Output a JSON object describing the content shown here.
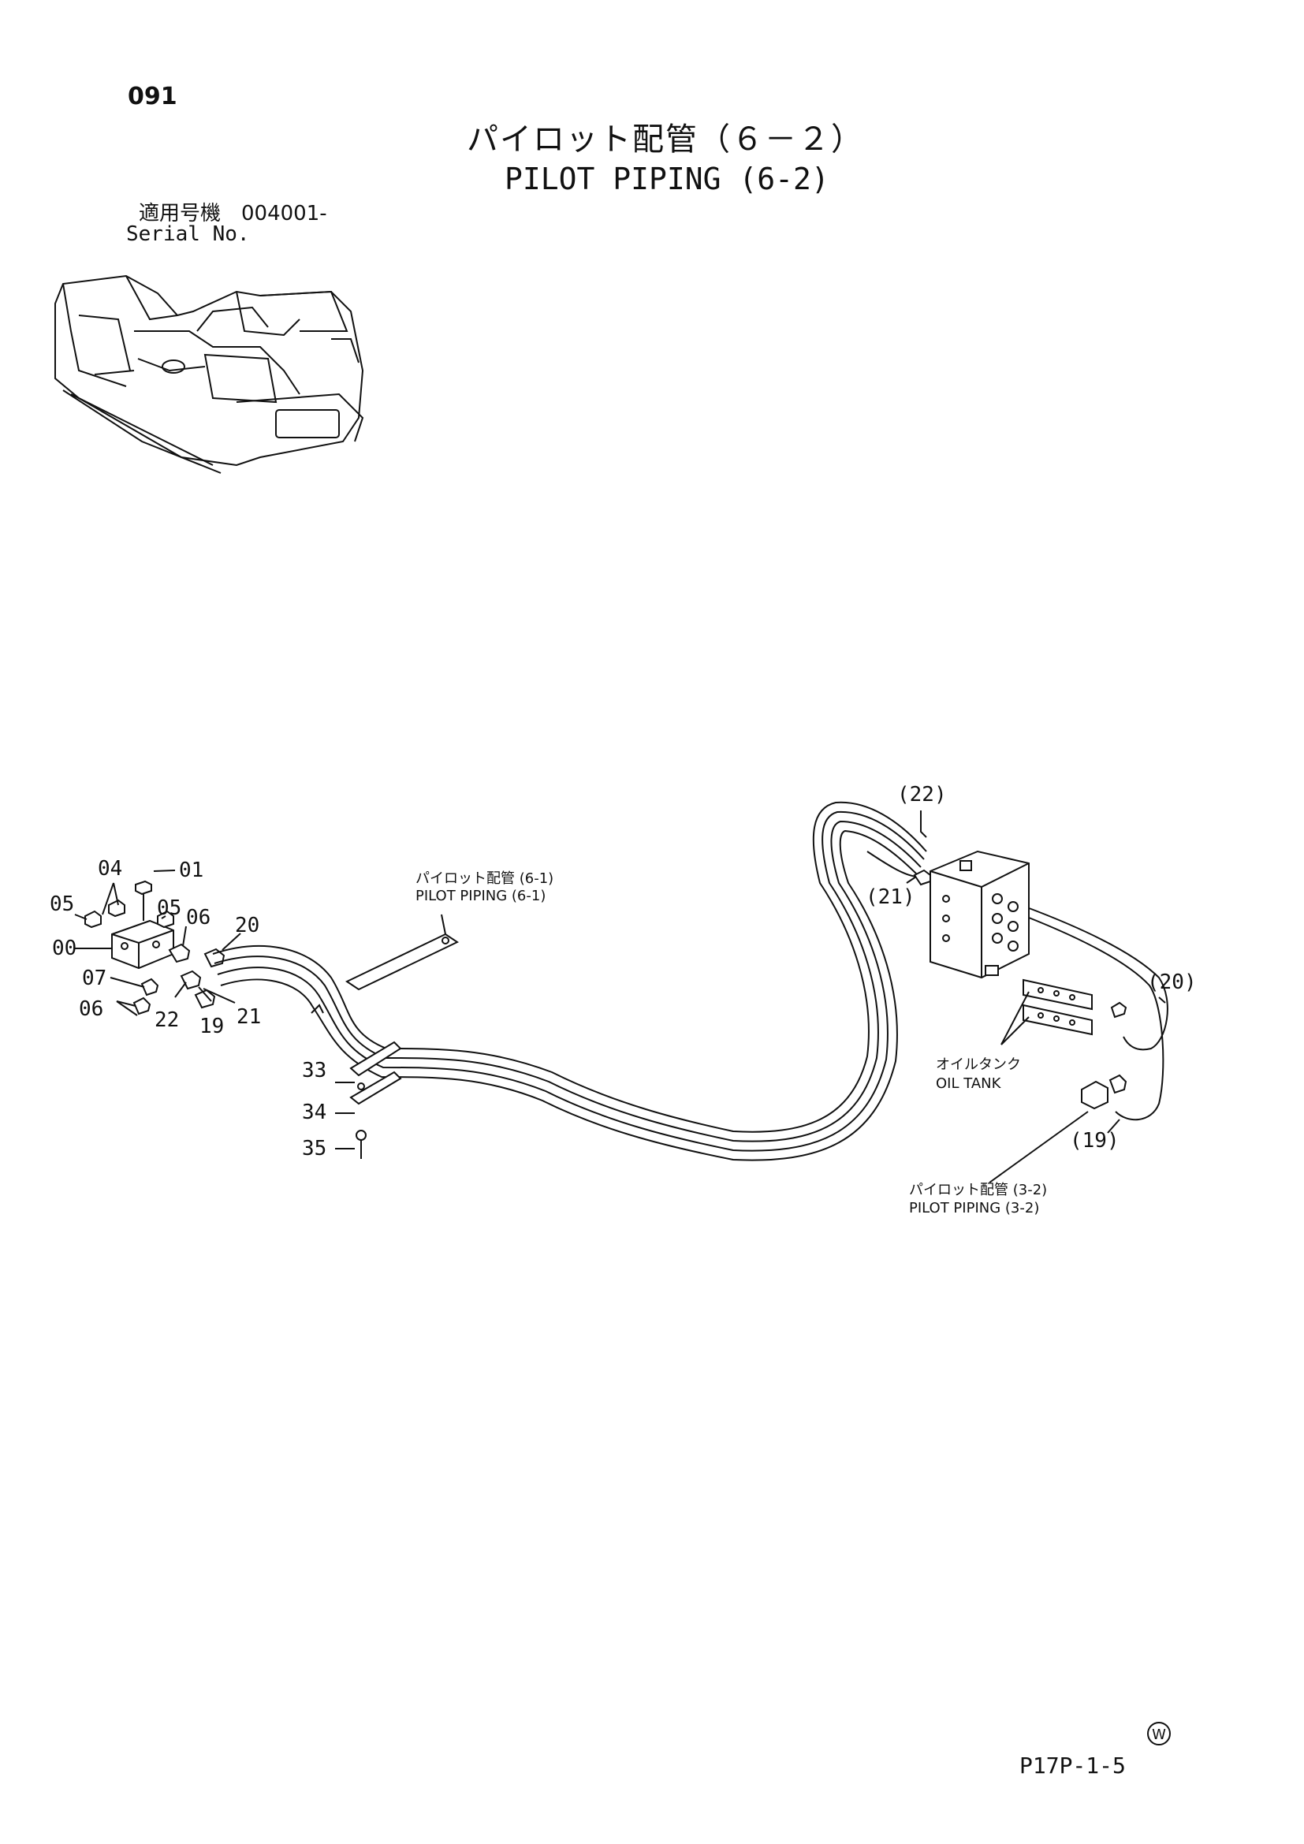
{
  "header": {
    "page_code": "091",
    "title_jp": "パイロット配管（６－２）",
    "title_en": "PILOT PIPING (6-2)",
    "serial_jp": "適用号機　004001-",
    "serial_en": "Serial No."
  },
  "callouts": {
    "c04": "04",
    "c01": "01",
    "c05a": "05",
    "c05b": "05",
    "c06a": "06",
    "c20": "20",
    "c00": "00",
    "c07": "07",
    "c06b": "06",
    "c22": "22",
    "c19": "19",
    "c21": "21",
    "c33": "33",
    "c34": "34",
    "c35": "35",
    "c22p": "(22)",
    "c21p": "(21)",
    "c20p": "(20)",
    "c19p": "(19)"
  },
  "references": {
    "ref61_jp": "パイロット配管 (6-1)",
    "ref61_en": "PILOT PIPING (6-1)",
    "oil_jp": "オイルタンク",
    "oil_en": "OIL TANK",
    "ref32_jp": "パイロット配管 (3-2)",
    "ref32_en": "PILOT PIPING (3-2)"
  },
  "footer": {
    "w_mark": "W",
    "doc_code": "P17P-1-5"
  }
}
